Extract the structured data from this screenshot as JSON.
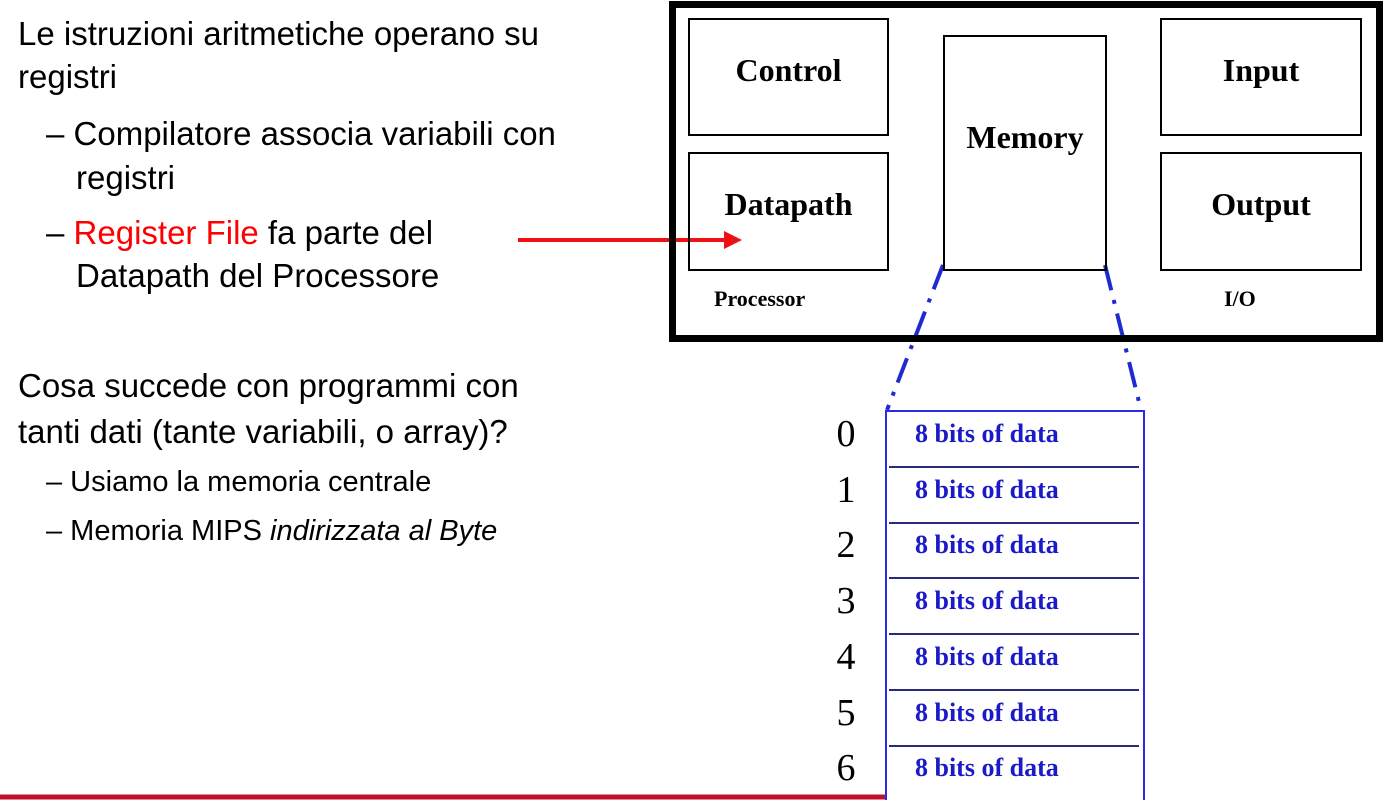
{
  "bullets": {
    "b1_line1": "Le istruzioni aritmetiche operano su",
    "b1_line2": "registri",
    "sub1_line1": "– Compilatore associa variabili con",
    "sub1_line2": "registri",
    "sub2_dash": "– ",
    "sub2_red": "Register File",
    "sub2_rest": " fa parte del",
    "sub2_line2": "Datapath del Processore",
    "b2_line1": "Cosa succede con programmi con",
    "b2_line2": "tanti dati (tante variabili, o array)?",
    "sub3": "– Usiamo la memoria centrale",
    "sub4_plain": "– Memoria MIPS ",
    "sub4_italic": "indirizzata al Byte"
  },
  "computer": {
    "control": "Control",
    "datapath": "Datapath",
    "memory": "Memory",
    "input": "Input",
    "output": "Output",
    "processor": "Processor",
    "io": "I/O"
  },
  "memory_rows": [
    {
      "index": "0",
      "content": "8 bits of data"
    },
    {
      "index": "1",
      "content": "8 bits of data"
    },
    {
      "index": "2",
      "content": "8 bits of data"
    },
    {
      "index": "3",
      "content": "8 bits of data"
    },
    {
      "index": "4",
      "content": "8 bits of data"
    },
    {
      "index": "5",
      "content": "8 bits of data"
    },
    {
      "index": "6",
      "content": "8 bits of data"
    }
  ],
  "colors": {
    "highlight_red": "#ff0000",
    "arrow_red": "#ee1111",
    "memory_blue": "#1a1ac8",
    "dash_blue": "#1f2bd0",
    "bottom_rule": "#c0102a"
  }
}
